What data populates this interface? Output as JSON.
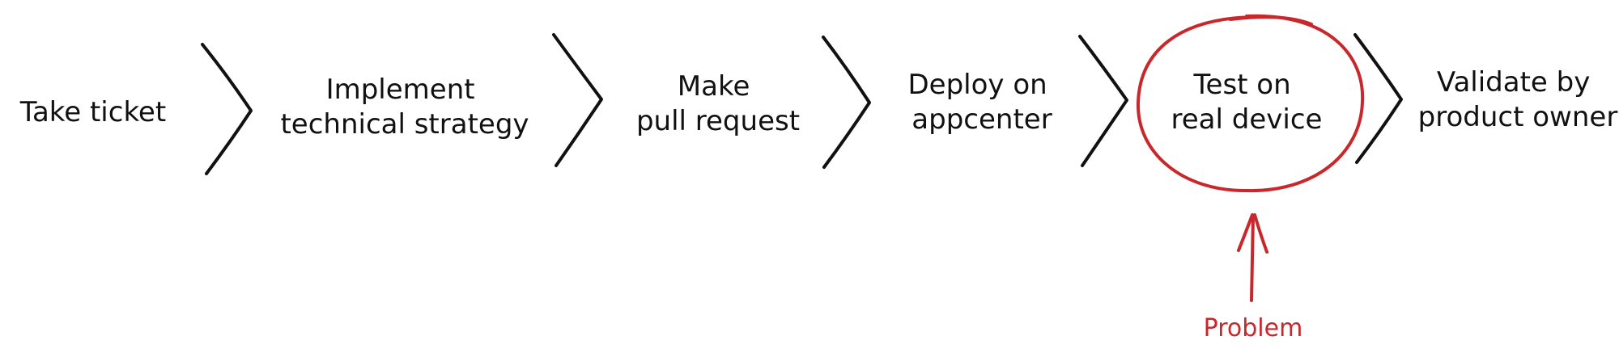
{
  "colors": {
    "ink": "#111111",
    "highlight": "#c8282c"
  },
  "steps": [
    {
      "lines": [
        "Take ticket"
      ]
    },
    {
      "lines": [
        "Implement",
        "technical strategy"
      ]
    },
    {
      "lines": [
        "Make",
        "pull request"
      ]
    },
    {
      "lines": [
        "Deploy on",
        "appcenter"
      ]
    },
    {
      "lines": [
        "Test on",
        "real device"
      ]
    },
    {
      "lines": [
        "Validate by",
        "product owner"
      ]
    }
  ],
  "highlighted_step": 4,
  "callout": {
    "label": "Problem"
  }
}
